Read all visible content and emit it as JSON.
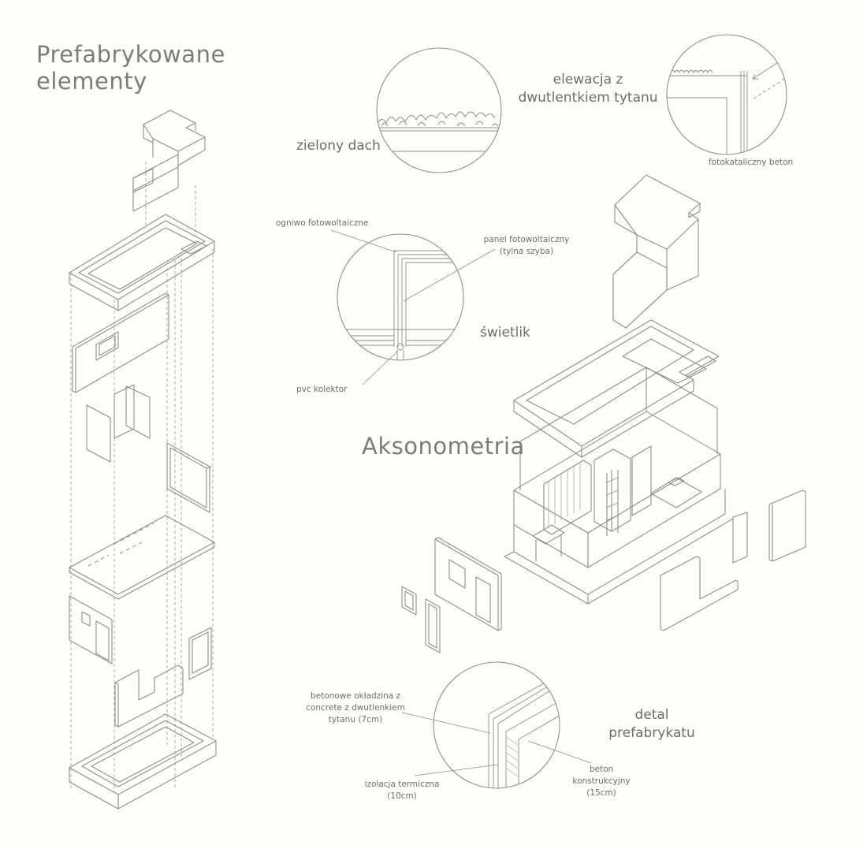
{
  "titles": {
    "prefab": "Prefabrykowane\nelementy",
    "axono": "Aksonometria"
  },
  "labels": {
    "green_roof": "zielony dach",
    "elevation": "elewacja z\ndwutlentkiem tytanu",
    "photocatalytic": "fotokataliczny beton",
    "pv_cell": "ogniwo fotowoltaiczne",
    "pv_panel": "panel fotowoltaiczny\n(tylna szyba)",
    "skylight": "świetlik",
    "pvc": "pvc kolektor",
    "cladding": "betonowe okładzina z\nconcrete z dwutlenkiem\ntytanu (7cm)",
    "detail": "detal\nprefabrykatu",
    "insulation": "izolacja termiczna\n(10cm)",
    "structural": "beton\nkonstrukcyjny\n(15cm)"
  },
  "colors": {
    "line": "#8f8f86",
    "line_light": "#b4b4ab",
    "text": "#6e6e66",
    "background": "#fefefc"
  }
}
